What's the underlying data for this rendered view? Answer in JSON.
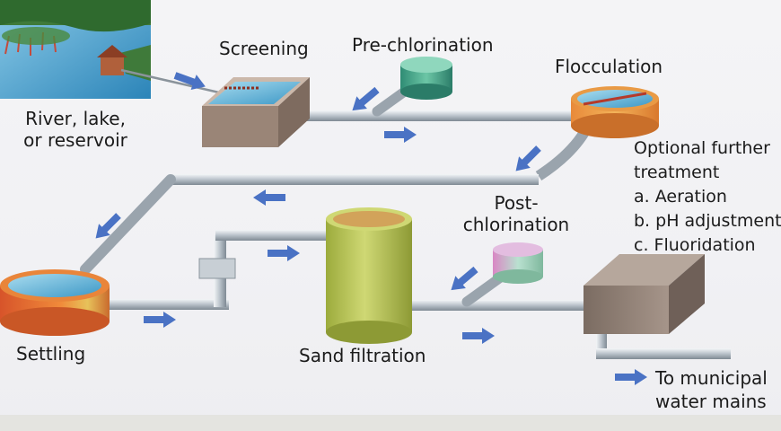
{
  "diagram": {
    "labels": {
      "source_line1": "River, lake,",
      "source_line2": "or reservoir",
      "screening": "Screening",
      "pre_chlorination": "Pre-chlorination",
      "flocculation": "Flocculation",
      "optional_heading_line1": "Optional further",
      "optional_heading_line2": "treatment",
      "optional_items": [
        "a. Aeration",
        "b. pH adjustment",
        "c. Fluoridation"
      ],
      "post_chlorination_line1": "Post-",
      "post_chlorination_line2": "chlorination",
      "settling": "Settling",
      "sand_filtration": "Sand filtration",
      "municipal_line1": "To municipal",
      "municipal_line2": "water mains"
    },
    "colors": {
      "arrow": "#4a72c4",
      "pipe": "#b7c0c8",
      "water": "#5fb0d6",
      "settling_tank": "#e26a2c",
      "sand_filter": "#b9c85a",
      "screening_box": "#9a8577",
      "chlorinator_pre": "#4aa98a",
      "chlorinator_post": "#9fc7b4",
      "storage_box": "#8c7b70"
    }
  }
}
